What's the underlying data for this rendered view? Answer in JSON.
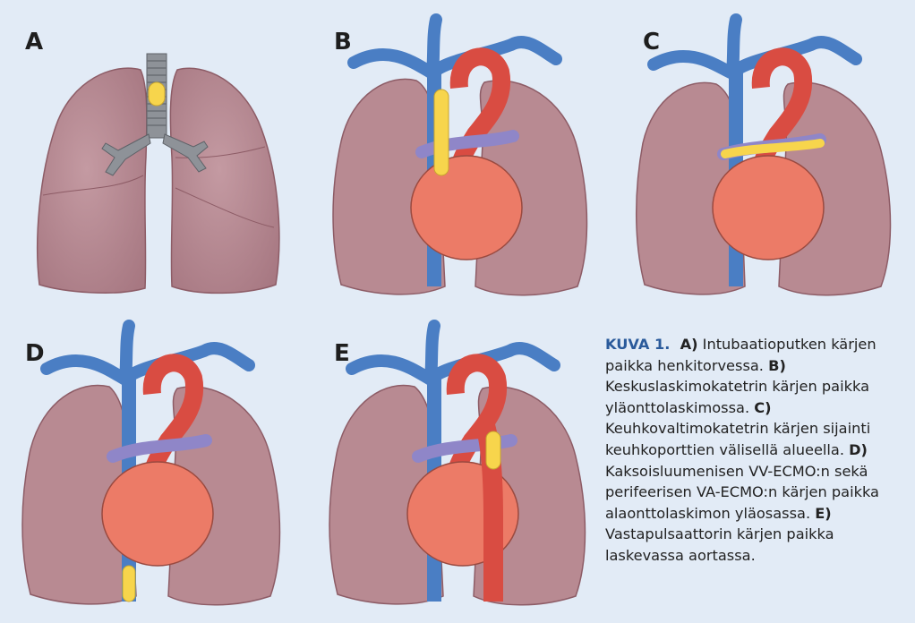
{
  "panels": [
    {
      "label": "A",
      "variant": "intubation"
    },
    {
      "label": "B",
      "variant": "cvc"
    },
    {
      "label": "C",
      "variant": "pac"
    },
    {
      "label": "D",
      "variant": "ecmo"
    },
    {
      "label": "E",
      "variant": "iabp"
    }
  ],
  "caption": {
    "figure_label": "KUVA 1.",
    "items": [
      {
        "letter": "A)",
        "text": "Intubaatioputken kärjen paikka henkitorvessa."
      },
      {
        "letter": "B)",
        "text": "Keskuslaskimokatetrin kärjen paikka yläonttolaskimossa."
      },
      {
        "letter": "C)",
        "text": "Keuhkovaltimokatetrin kärjen sijainti keuhkoporttien välisellä alueella."
      },
      {
        "letter": "D)",
        "text": "Kaksoisluumenisen VV-ECMO:n sekä perifeerisen VA-ECMO:n kärjen paikka alaonttolaskimon yläosassa."
      },
      {
        "letter": "E)",
        "text": "Vastapulsaattorin kärjen paikka laskevassa aortassa."
      }
    ]
  },
  "colors": {
    "background": "#e2ebf6",
    "lung": "#b88a92",
    "vein": "#4a7ec4",
    "artery": "#d94c42",
    "pulmonary_artery": "#8f86c8",
    "catheter_tip": "#f7d54c",
    "heart": "#ec7b67",
    "trachea": "#8e9298",
    "caption_label": "#2a5a9b"
  }
}
